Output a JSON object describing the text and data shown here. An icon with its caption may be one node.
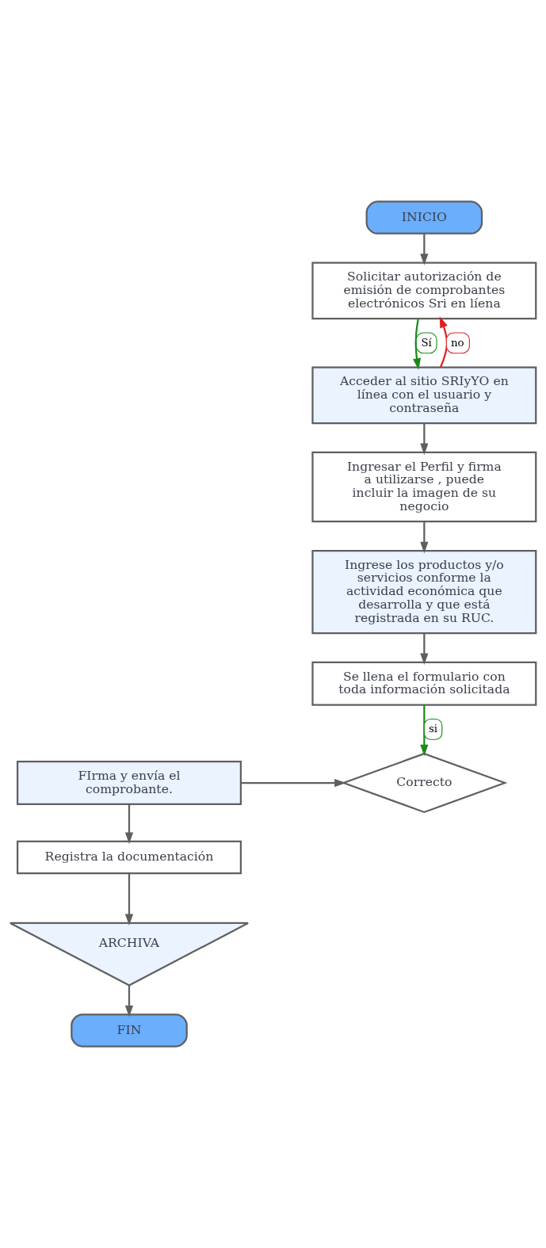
{
  "diagram": {
    "nodes": [
      {
        "text": [
          "INICIO"
        ]
      },
      {
        "text": [
          "Solicitar autorización de emisión de comprobantes electrónicos Sri en líena"
        ]
      },
      {
        "text": [
          "Acceder al sitio SRIyYO en línea con el usuario y contraseña"
        ]
      },
      {
        "text": [
          "Ingresar el Perfil y firma a utilizarse , puede incluir la imagen de su negocio"
        ]
      },
      {
        "text": [
          "Ingrese los productos y/o servicios conforme la actividad económica que desarrolla y que está registrada en su RUC."
        ]
      },
      {
        "text": [
          "Se llena el formulario con toda información solicitada"
        ]
      },
      {
        "text": [
          "FIrma y envía el comprobante."
        ]
      },
      {
        "text": [
          "Correcto"
        ]
      },
      {
        "text": [
          "Registra la documentación"
        ]
      },
      {
        "text": [
          "ARCHIVA"
        ]
      },
      {
        "text": [
          "FIN"
        ]
      }
    ],
    "edges": [
      {
        "from": 0,
        "to": 1,
        "arrow": "to"
      },
      {
        "from": 1,
        "to": 2,
        "arrow": "to",
        "label": "Sí",
        "color": "#1a8a1a"
      },
      {
        "from": 2,
        "to": 1,
        "arrow": "to",
        "label": "no",
        "color": "#e0201f"
      },
      {
        "from": 2,
        "to": 3,
        "arrow": "to"
      },
      {
        "from": 3,
        "to": 4,
        "arrow": "to"
      },
      {
        "from": 4,
        "to": 5,
        "arrow": "to"
      },
      {
        "from": 5,
        "to": 7,
        "arrow": "to",
        "label": "si",
        "color": "#1a8a1a"
      },
      {
        "from": 6,
        "to": 7,
        "arrow": "to"
      },
      {
        "from": 6,
        "to": 8,
        "arrow": "to"
      },
      {
        "from": 8,
        "to": 9,
        "arrow": "to"
      },
      {
        "from": 9,
        "to": 10,
        "arrow": "to"
      }
    ]
  }
}
